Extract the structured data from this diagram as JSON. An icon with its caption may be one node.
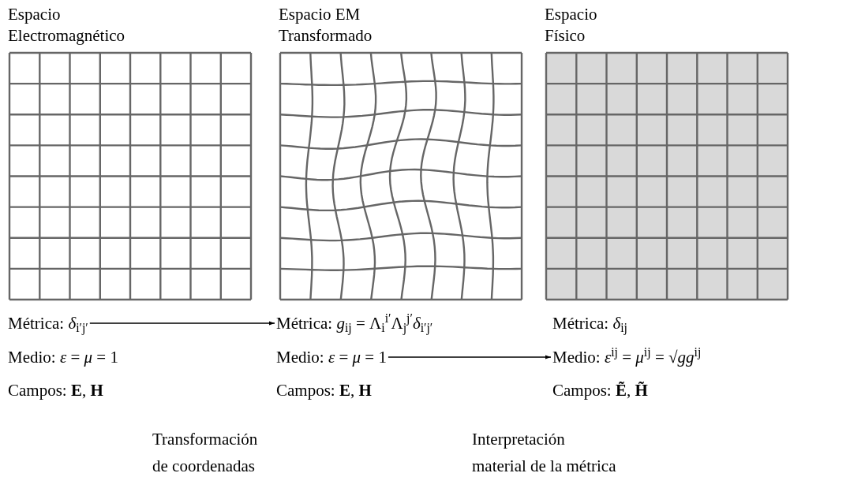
{
  "diagram": {
    "nodes": [
      {
        "text": [
          "Espacio Electromagnético"
        ]
      },
      {
        "text": [
          "Espacio EM Transformado"
        ]
      },
      {
        "text": [
          "Espacio Físico"
        ]
      },
      {
        "text": [
          "Métrica: *δ*$_{i′j′}$"
        ]
      },
      {
        "text": [
          "Métrica: *g*$_{ij}$ = Λ$_{i}$$^{i′}$Λ$_{j}$$^{j′}$*δ*$_{i′j′}$"
        ]
      },
      {
        "text": [
          "Medio: *ε* = *μ* = 1"
        ]
      },
      {
        "text": [
          "Medio: *ε*$^{ij}$ = *μ*$^{ij}$ = √*gg*$^{ij}$"
        ]
      }
    ],
    "edges": [
      {
        "from": 3,
        "to": 4,
        "arrow": "to"
      },
      {
        "from": 5,
        "to": 6,
        "arrow": "to"
      }
    ],
    "labels": [
      "Métrica: *δ*$_{ij}$",
      "Medio: *ε* = *μ* = 1",
      "Campos: **E**, **H**",
      "Campos: **E**, **H**",
      "Campos: **Ẽ**, **H̃**",
      "Transformación de coordenadas",
      "Interpretación material de la métrica"
    ]
  }
}
